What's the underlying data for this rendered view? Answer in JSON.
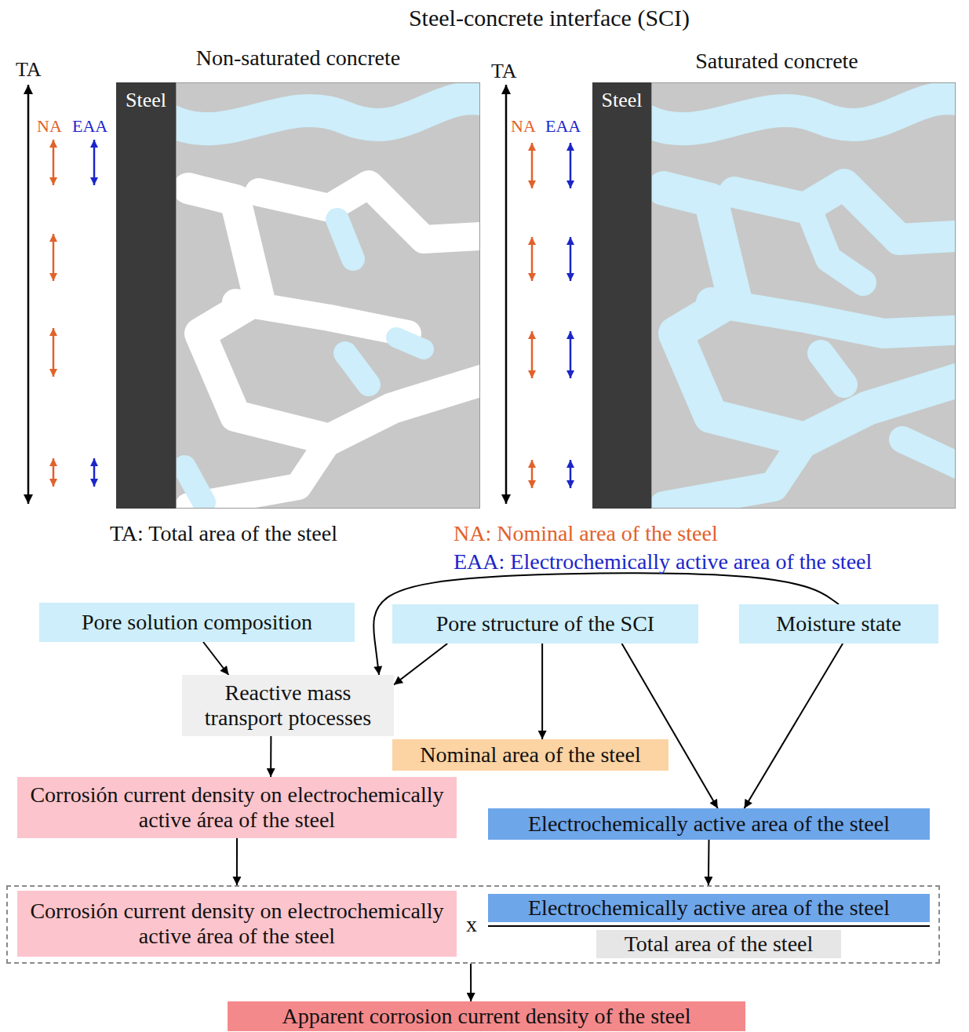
{
  "diagram": {
    "title": "Steel-concrete interface (SCI)",
    "nodes": [
      {
        "text": [
          "Steel"
        ]
      },
      {
        "text": [
          "Steel"
        ]
      },
      {
        "text": [
          "Pore solution composition"
        ]
      },
      {
        "text": [
          "Pore structure of the SCI"
        ]
      },
      {
        "text": [
          "Moisture state"
        ]
      },
      {
        "text": [
          "Reactive mass transport ptocesses"
        ]
      },
      {
        "text": [
          "Nominal area of the steel"
        ]
      },
      {
        "text": [
          "Corrosión current density on electrochemically active área of the steel"
        ]
      },
      {
        "text": [
          "Electrochemically active area of the steel"
        ]
      },
      {
        "text": [
          "x"
        ]
      },
      {
        "text": [
          "Corrosión current density on electrochemically active área of the steel"
        ],
        "in": 9
      },
      {
        "text": [
          "Electrochemically active area of the steel"
        ],
        "in": 9
      },
      {
        "text": [
          "Total area of the steel"
        ],
        "in": 9
      },
      {
        "text": [
          "Apparent corrosion current density of the steel"
        ]
      }
    ],
    "edges": [
      {
        "from": 2,
        "to": 5,
        "arrow": "to"
      },
      {
        "from": 3,
        "to": 5,
        "arrow": "to"
      },
      {
        "from": 4,
        "to": 5,
        "arrow": "to"
      },
      {
        "from": 3,
        "to": 6,
        "arrow": "to"
      },
      {
        "from": 3,
        "to": 8,
        "arrow": "to"
      },
      {
        "from": 4,
        "to": 8,
        "arrow": "to"
      },
      {
        "from": 5,
        "to": 7,
        "arrow": "to"
      },
      {
        "from": 7,
        "to": 9,
        "arrow": "to"
      },
      {
        "from": 8,
        "to": 9,
        "arrow": "to"
      },
      {
        "from": 9,
        "to": 13,
        "arrow": "to"
      }
    ],
    "labels": [
      "Non-saturated concrete",
      "Saturated concrete",
      "TA",
      "NA",
      "EAA",
      "TA",
      "NA",
      "EAA",
      "TA: Total area of the steel",
      "NA: Nominal area of the steel",
      "EAA: Electrochemically active area of the steel"
    ]
  }
}
